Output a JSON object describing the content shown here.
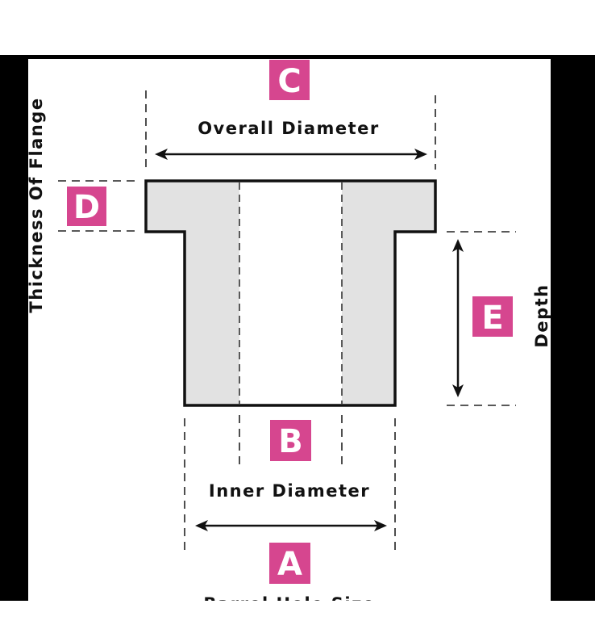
{
  "colors": {
    "badge": "#d6468f",
    "part_fill": "#e2e2e2",
    "outline": "#111111",
    "frame": "#000000"
  },
  "badges": {
    "a": "A",
    "b": "B",
    "c": "C",
    "d": "D",
    "e": "E"
  },
  "labels": {
    "overall_diameter": "Overall Diameter",
    "inner_diameter": "Inner Diameter",
    "thickness_of_flange": "Thickness Of Flange",
    "depth": "Depth",
    "cut_off_text": "Barrel Hole Size"
  }
}
